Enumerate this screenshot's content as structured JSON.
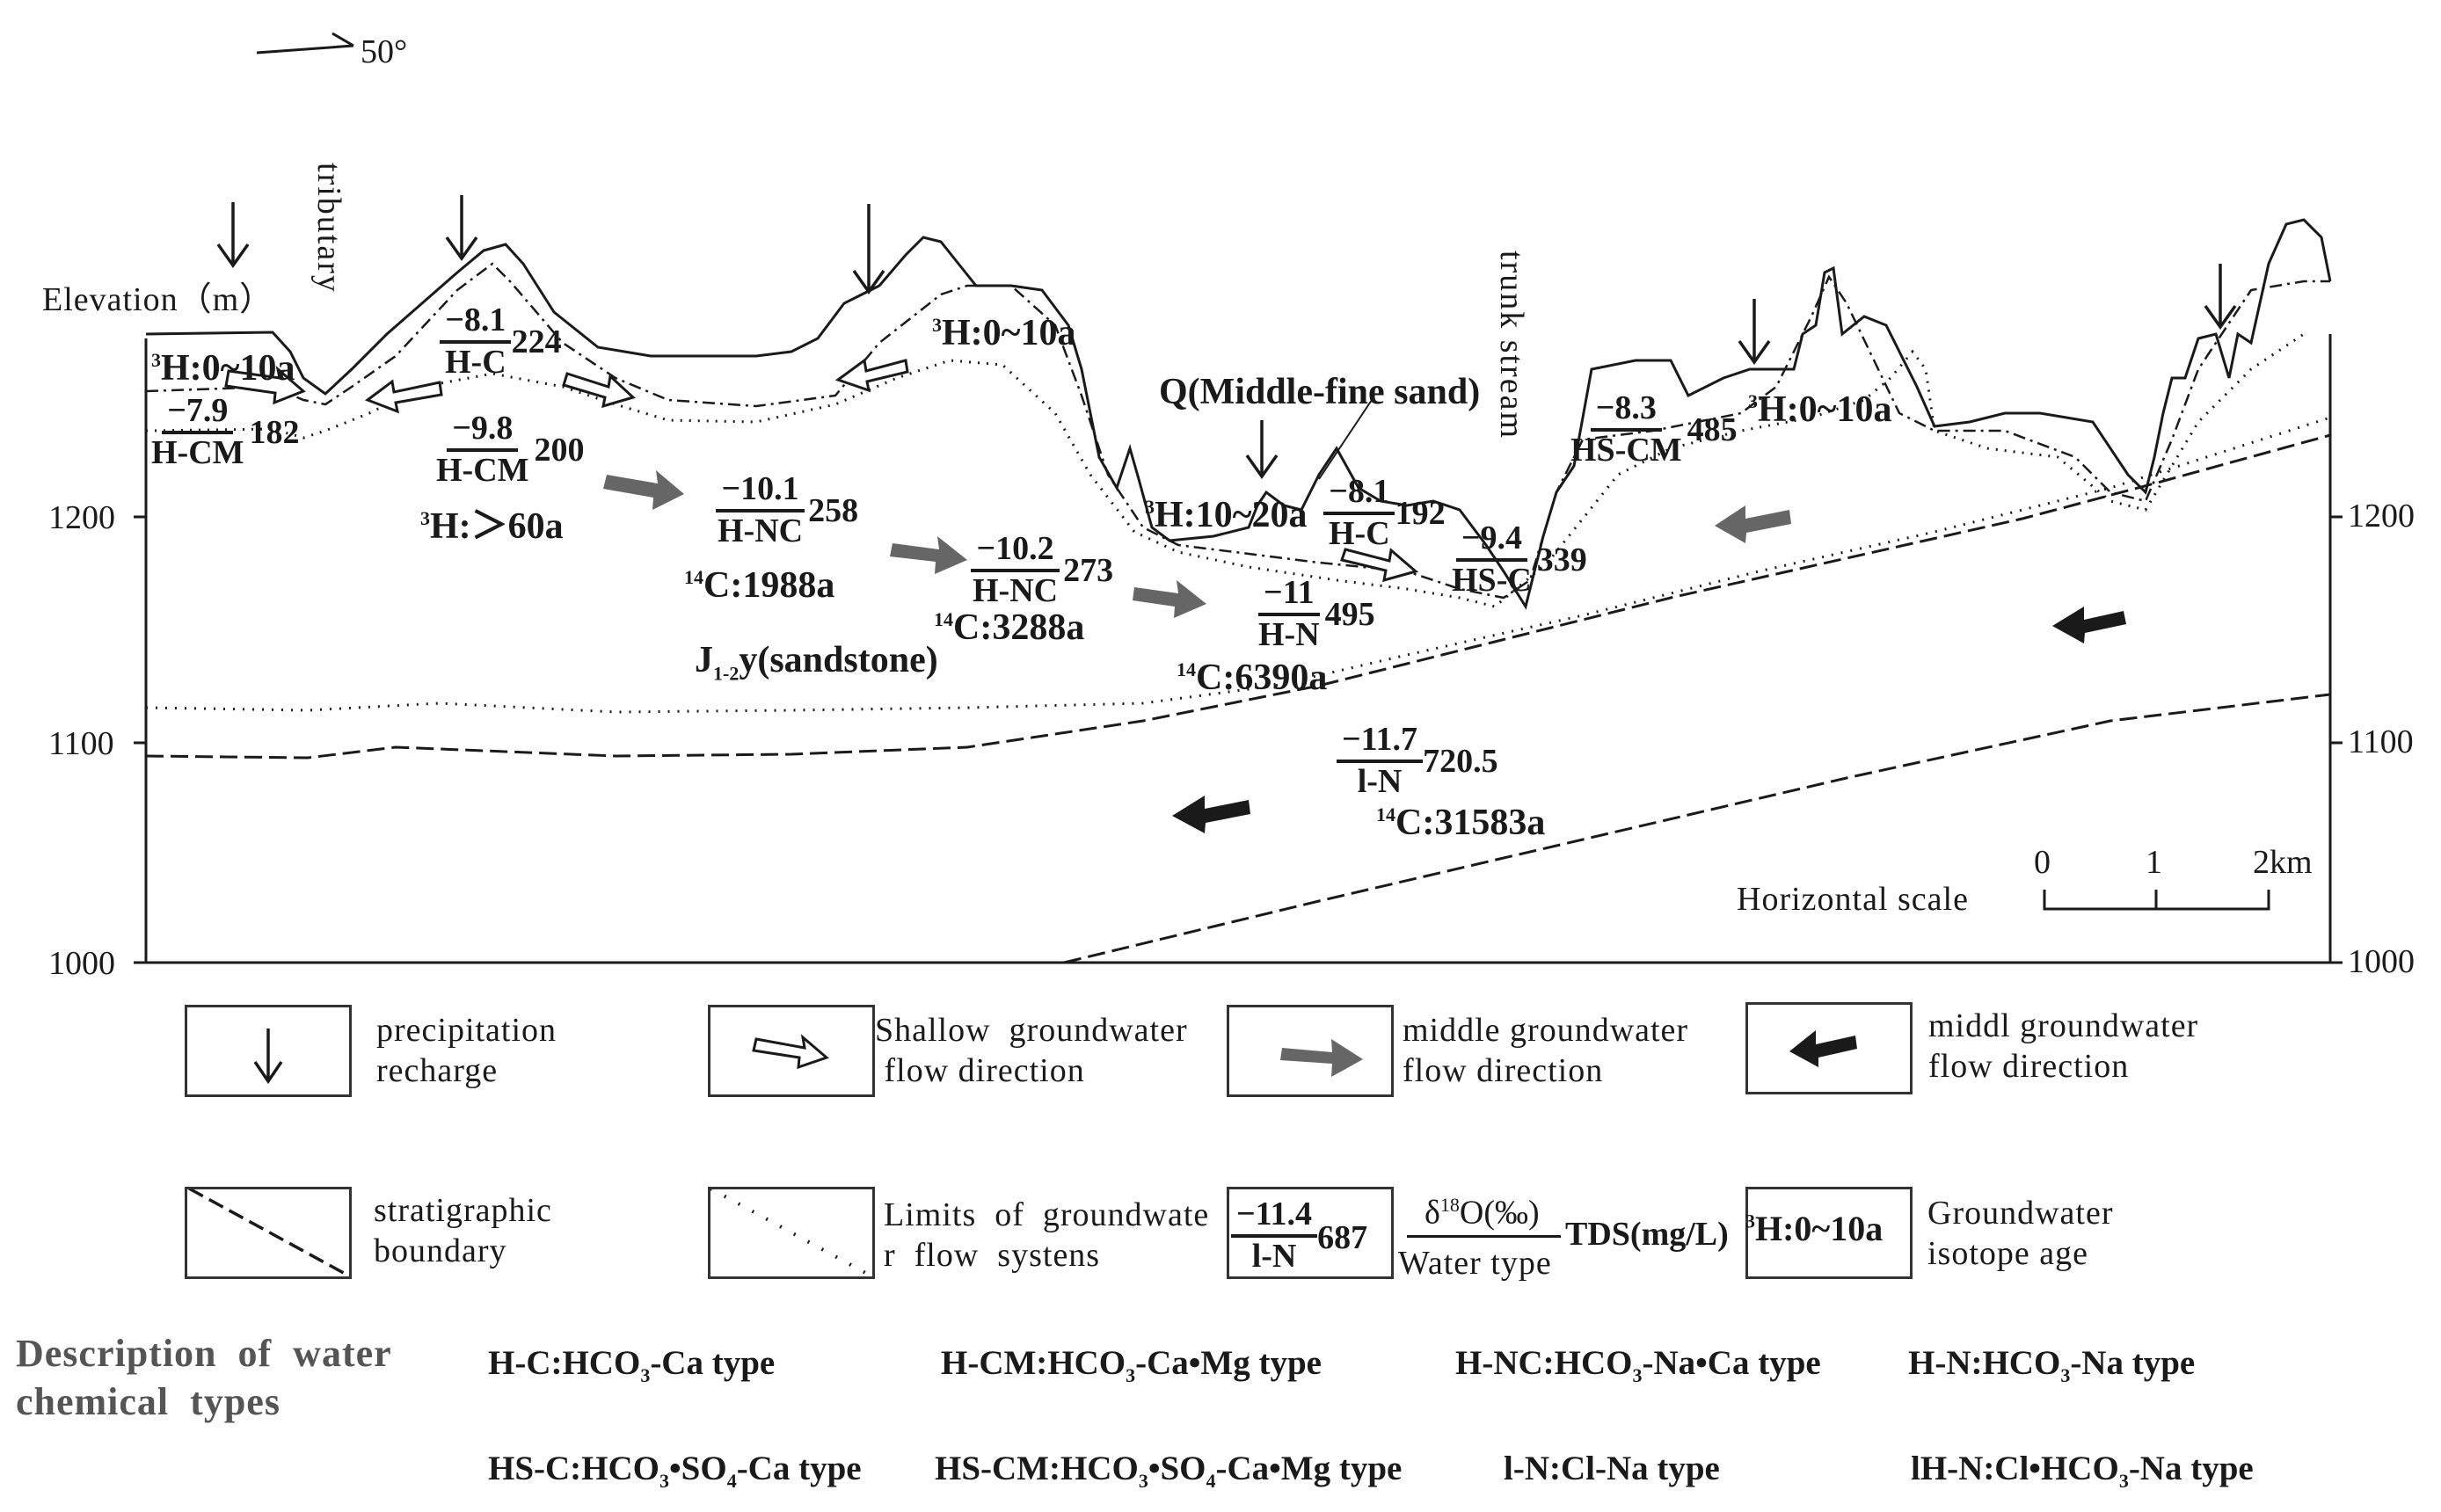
{
  "diagram": {
    "orientation": "50°",
    "axis": {
      "title": "Elevation（m）",
      "ticks": [
        "1200",
        "1100",
        "1000"
      ],
      "ticks_right": [
        "1200",
        "1100",
        "1000"
      ]
    },
    "features": {
      "tributary": "tributary",
      "trunk_stream": "trunk stream",
      "q_layer": "Q(Middle-fine sand)",
      "j_layer_main": "J",
      "j_layer_sub": "1-2",
      "j_layer_rest": "y(sandstone)"
    },
    "scale": {
      "label": "Horizontal scale",
      "t0": "0",
      "t1": "1",
      "t2": "2km"
    },
    "samples": [
      {
        "o18": "−7.9",
        "type": "H-CM",
        "tds": "182"
      },
      {
        "o18": "−8.1",
        "type": "H-C",
        "tds": "224"
      },
      {
        "o18": "−9.8",
        "type": "H-CM",
        "tds": "200"
      },
      {
        "o18": "−10.1",
        "type": "H-NC",
        "tds": "258"
      },
      {
        "o18": "−10.2",
        "type": "H-NC",
        "tds": "273"
      },
      {
        "o18": "−11",
        "type": "H-N",
        "tds": "495"
      },
      {
        "o18": "−8.1",
        "type": "H-C",
        "tds": "192"
      },
      {
        "o18": "−9.4",
        "type": "HS-C",
        "tds": "339"
      },
      {
        "o18": "−8.3",
        "type": "HS-CM",
        "tds": "485"
      },
      {
        "o18": "−11.7",
        "type": "l-N",
        "tds": "720.5"
      }
    ],
    "ages": [
      {
        "iso": "3",
        "rest": "H:0~10a"
      },
      {
        "iso": "3",
        "rest": "H:0~10a"
      },
      {
        "iso": "3",
        "rest": "H:＞60a"
      },
      {
        "iso": "14",
        "rest": "C:1988a"
      },
      {
        "iso": "14",
        "rest": "C:3288a"
      },
      {
        "iso": "3",
        "rest": "H:10~20a"
      },
      {
        "iso": "14",
        "rest": "C:6390a"
      },
      {
        "iso": "3",
        "rest": "H:0~10a"
      },
      {
        "iso": "14",
        "rest": "C:31583a"
      }
    ]
  },
  "legend": {
    "precipitation": "precipitation\nrecharge",
    "shallow": "Shallow  groundwater\n flow direction",
    "middle": "middle groundwater\nflow direction",
    "middl": "middl groundwater\nflow direction",
    "strat": "stratigraphic\nboundary",
    "limits": "Limits  of  groundwate\nr  flow  systens",
    "example": {
      "o18": "−11.4",
      "type": "l-N",
      "tds": "687"
    },
    "key_o18_pre": "δ",
    "key_o18_sup": "18",
    "key_o18_post": "O(‰)",
    "key_type": "Water  type",
    "key_tds": "TDS(mg/L)",
    "age_example_iso": "3",
    "age_example_rest": "H:0~10a",
    "age_label": "Groundwater\nisotope age"
  },
  "chemistry": {
    "title": "Description  of  water\nchemical  types",
    "items": [
      {
        "pre": "H-C:HCO",
        "s1": "3",
        "post": "-Ca type"
      },
      {
        "pre": "H-CM:HCO",
        "s1": "3",
        "post": "-Ca•Mg type"
      },
      {
        "pre": "H-NC:HCO",
        "s1": "3",
        "post": "-Na•Ca type"
      },
      {
        "pre": "H-N:HCO",
        "s1": "3",
        "post": "-Na type"
      },
      {
        "pre": "HS-C:HCO",
        "s1": "3",
        "mid": "•SO",
        "s2": "4",
        "post": "-Ca type"
      },
      {
        "pre": "HS-CM:HCO",
        "s1": "3",
        "mid": "•SO",
        "s2": "4",
        "post": "-Ca•Mg type"
      },
      {
        "pre": "l-N:Cl-Na type"
      },
      {
        "pre": "lH-N:Cl•HCO",
        "s1": "3",
        "post": "-Na type"
      }
    ]
  }
}
